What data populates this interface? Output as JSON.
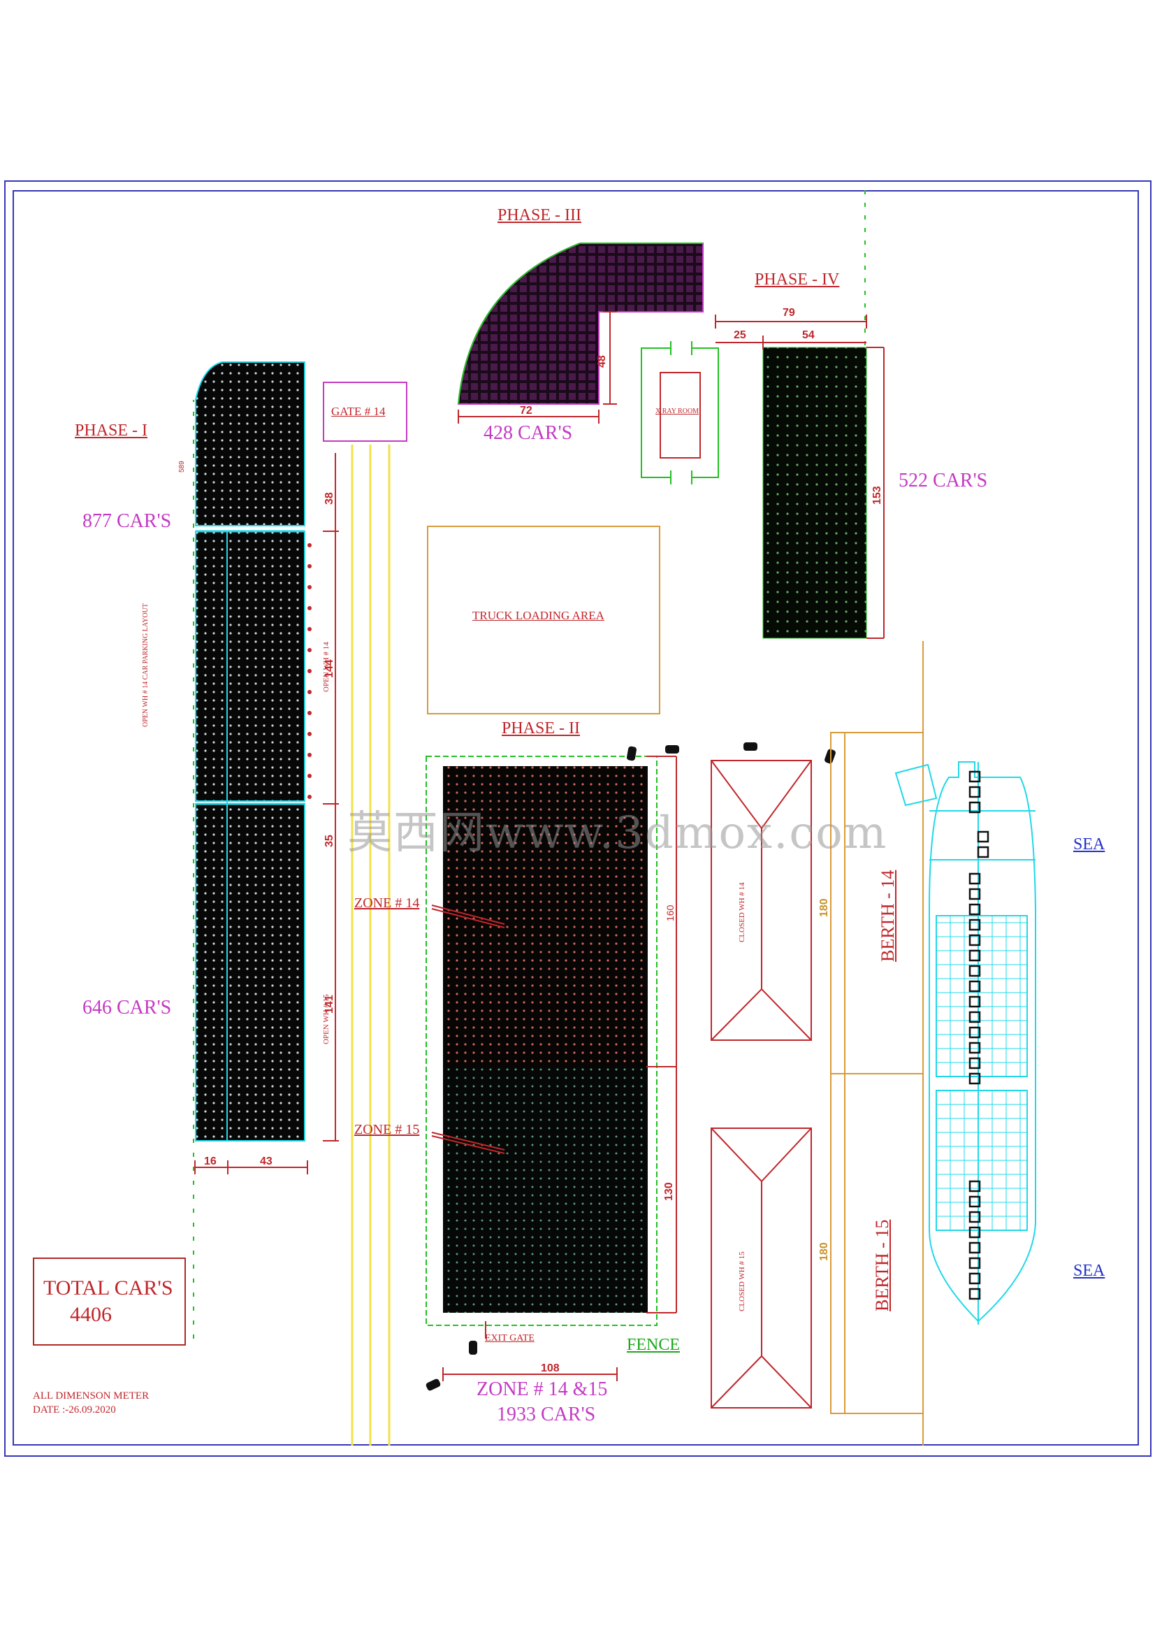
{
  "phases": {
    "phase1": {
      "title": "PHASE - I",
      "count1": "877 CAR'S",
      "count2": "646 CAR'S"
    },
    "phase2": {
      "title": "PHASE - II"
    },
    "phase3": {
      "title": "PHASE - III",
      "count": "428 CAR'S"
    },
    "phase4": {
      "title": "PHASE - IV",
      "count": "522 CAR'S"
    }
  },
  "zones": {
    "zone14": "ZONE # 14",
    "zone15": "ZONE # 15",
    "combined": "ZONE # 14 &15",
    "combined_count": "1933 CAR'S"
  },
  "labels": {
    "gate": "GATE # 14",
    "truck": "TRUCK LOADING AREA",
    "xray": "X RAY ROOM",
    "exit_gate": "EXIT GATE",
    "fence": "FENCE",
    "berth14": "BERTH - 14",
    "berth15": "BERTH - 15",
    "sea1": "SEA",
    "sea2": "SEA",
    "closed14": "CLOSED WH # 14",
    "closed15": "CLOSED WH # 15",
    "open14": "OPEN WH # 14",
    "open15": "OPEN WH # 15",
    "layout": "OPEN WH # 14 CAR PARKING LAYOUT"
  },
  "totals": {
    "label": "TOTAL CAR'S",
    "value": "4406"
  },
  "notes": {
    "units": "ALL DIMENSON METER",
    "date": "DATE :-26.09.2020"
  },
  "dimensions": {
    "d38": "38",
    "d144": "144",
    "d35": "35",
    "d141": "141",
    "d16": "16",
    "d43": "43",
    "d72": "72",
    "d48": "48",
    "d79": "79",
    "d25": "25",
    "d54": "54",
    "d153": "153",
    "d160": "160",
    "d130": "130",
    "d108": "108",
    "d180a": "180",
    "d180b": "180",
    "d589": "589"
  },
  "watermark": "莫西网www.3dmox.com",
  "colors": {
    "frame": "#3636b8",
    "label_red": "#c0262b",
    "count_magenta": "#c43ac4",
    "fence_green": "#22c022",
    "road_yellow": "#f0e24a",
    "ship_cyan": "#20d8e8",
    "berth_orange": "#d99a3a",
    "parking_fill": "#070707"
  }
}
